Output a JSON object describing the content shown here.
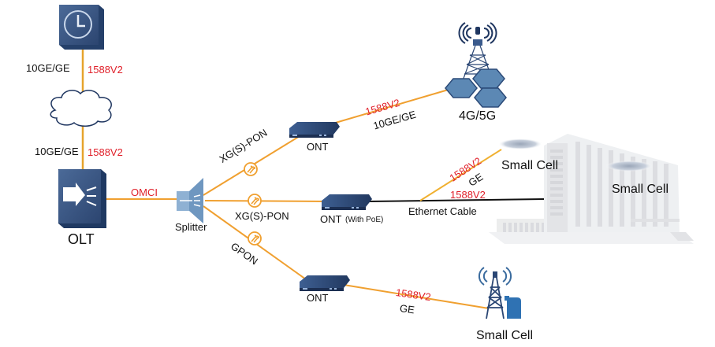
{
  "colors": {
    "fiber": "#f0a030",
    "ethernet": "#111111",
    "ge_link": "#f0b030",
    "device_dark": "#2e4a78",
    "device_light": "#6f97c0",
    "protocol_red": "#e0202a",
    "building": "#e6e7ea"
  },
  "nodes": {
    "clock": {
      "label": "",
      "icon": "clock-server-icon"
    },
    "cloud": {
      "label": "",
      "icon": "cloud-icon"
    },
    "olt": {
      "label": "OLT",
      "icon": "olt-icon"
    },
    "splitter": {
      "label": "Splitter",
      "icon": "splitter-icon"
    },
    "ont_top": {
      "label": "ONT",
      "icon": "ont-icon"
    },
    "ont_mid": {
      "label": "ONT",
      "sub": "(With PoE)",
      "icon": "ont-icon"
    },
    "ont_bottom": {
      "label": "ONT",
      "icon": "ont-icon"
    },
    "tower_4g5g": {
      "label": "4G/5G",
      "icon": "cell-tower-icon"
    },
    "small_cell_left": {
      "label": "Small Cell",
      "icon": "small-cell-icon"
    },
    "small_cell_building": {
      "label": "Small Cell",
      "icon": "small-cell-icon"
    },
    "small_cell_tower": {
      "label": "Small Cell",
      "icon": "small-cell-tower-icon"
    },
    "building": {
      "icon": "office-building-icon"
    }
  },
  "links": {
    "clock_cloud": {
      "medium": "10GE/GE",
      "protocol": "1588V2"
    },
    "cloud_olt": {
      "medium": "10GE/GE",
      "protocol": "1588V2"
    },
    "olt_splitter": {
      "protocol": "OMCI"
    },
    "splitter_ont_top": {
      "medium": "XG(S)-PON"
    },
    "splitter_ont_mid": {
      "medium": "XG(S)-PON"
    },
    "splitter_ont_bottom": {
      "medium": "GPON"
    },
    "ont_top_tower": {
      "medium": "10GE/GE",
      "protocol": "1588V2"
    },
    "ont_mid_building": {
      "medium": "Ethernet Cable",
      "protocol": "1588V2"
    },
    "poe_small_cell": {
      "medium": "GE",
      "protocol": "1588V2"
    },
    "ont_bottom_small_cell": {
      "medium": "GE",
      "protocol": "1588V2"
    }
  }
}
